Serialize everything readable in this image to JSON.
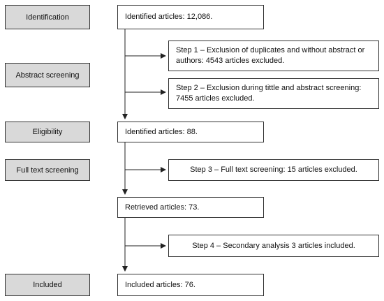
{
  "stages": {
    "identification": "Identification",
    "abstract_screening": "Abstract screening",
    "eligibility": "Eligibility",
    "full_text_screening": "Full text screening",
    "included": "Included"
  },
  "flow": {
    "identified_initial": "Identified articles: 12,086.",
    "step1": "Step 1 – Exclusion of duplicates and without abstract or authors: 4543 articles excluded.",
    "step2": "Step 2 – Exclusion during tittle and abstract screening: 7455 articles excluded.",
    "identified_eligible": "Identified articles: 88.",
    "step3": "Step 3 – Full text screening: 15 articles excluded.",
    "retrieved": "Retrieved articles: 73.",
    "step4": "Step 4 – Secondary analysis 3 articles included.",
    "included": "Included articles: 76."
  }
}
